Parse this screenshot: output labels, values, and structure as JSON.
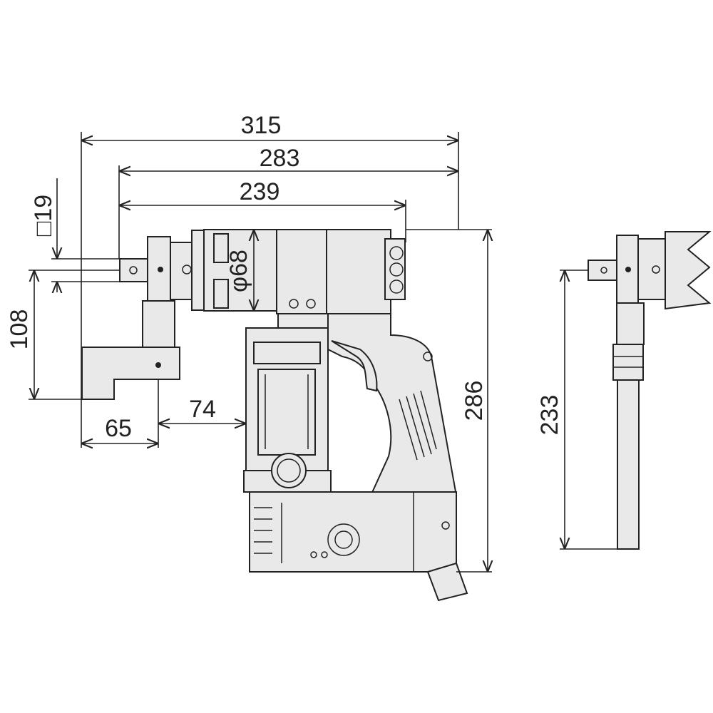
{
  "drawing": {
    "dimensions": {
      "overall_length": "315",
      "length_283": "283",
      "length_239": "239",
      "square_drive": "□19",
      "diameter": "φ68",
      "reaction_arm_offset": "108",
      "reaction_arm_width": "65",
      "arm_to_body": "74",
      "overall_height": "286",
      "side_height": "233"
    },
    "colors": {
      "line": "#222222",
      "fill": "#e9e9e9"
    }
  }
}
